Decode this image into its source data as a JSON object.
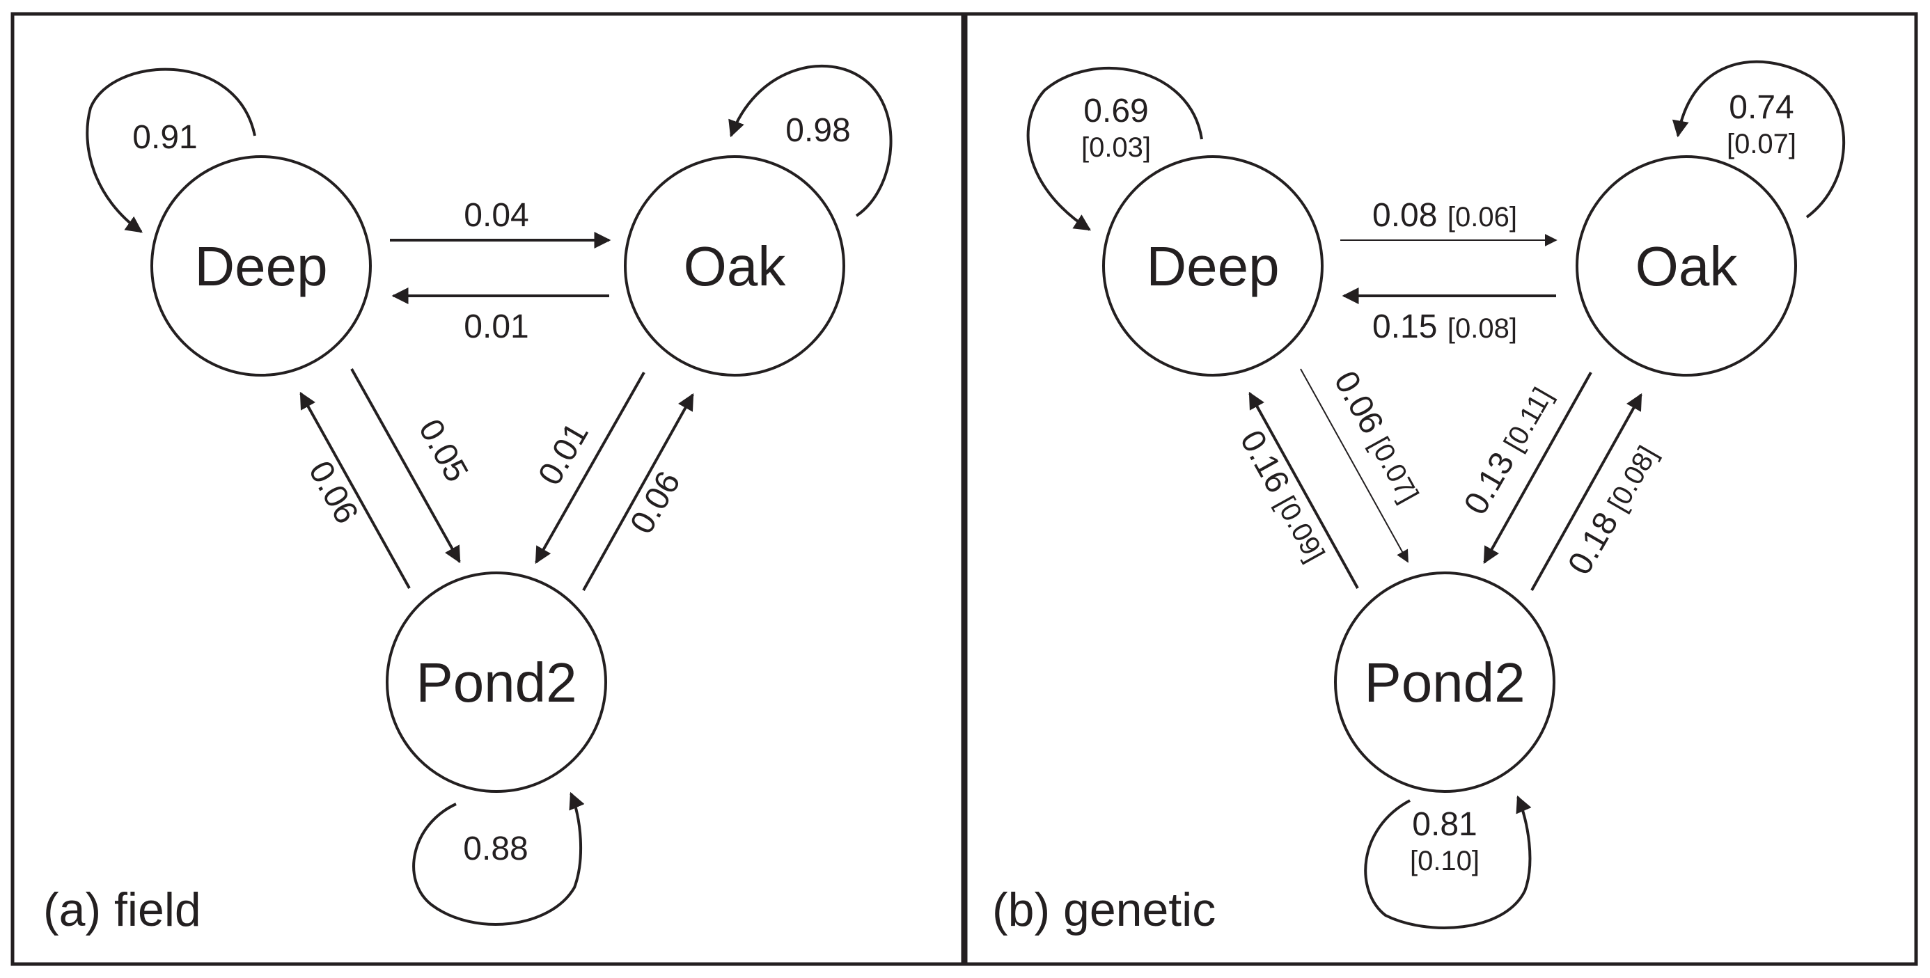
{
  "nodes": {
    "deep": "Deep",
    "oak": "Oak",
    "pond2": "Pond2"
  },
  "panel_a": {
    "label": "(a) field",
    "self_deep": "0.91",
    "self_oak": "0.98",
    "self_pond2": "0.88",
    "deep_to_oak": "0.04",
    "oak_to_deep": "0.01",
    "deep_to_pond2": "0.05",
    "pond2_to_deep": "0.06",
    "oak_to_pond2": "0.01",
    "pond2_to_oak": "0.06"
  },
  "panel_b": {
    "label": "(b) genetic",
    "self_deep": "0.69",
    "self_deep_se": "[0.03]",
    "self_oak": "0.74",
    "self_oak_se": "[0.07]",
    "self_pond2": "0.81",
    "self_pond2_se": "[0.10]",
    "deep_to_oak": "0.08",
    "deep_to_oak_se": "[0.06]",
    "oak_to_deep": "0.15",
    "oak_to_deep_se": "[0.08]",
    "deep_to_pond2": "0.06",
    "deep_to_pond2_se": "[0.07]",
    "pond2_to_deep": "0.16",
    "pond2_to_deep_se": "[0.09]",
    "oak_to_pond2": "0.13",
    "oak_to_pond2_se": "[0.11]",
    "pond2_to_oak": "0.18",
    "pond2_to_oak_se": "[0.08]"
  }
}
